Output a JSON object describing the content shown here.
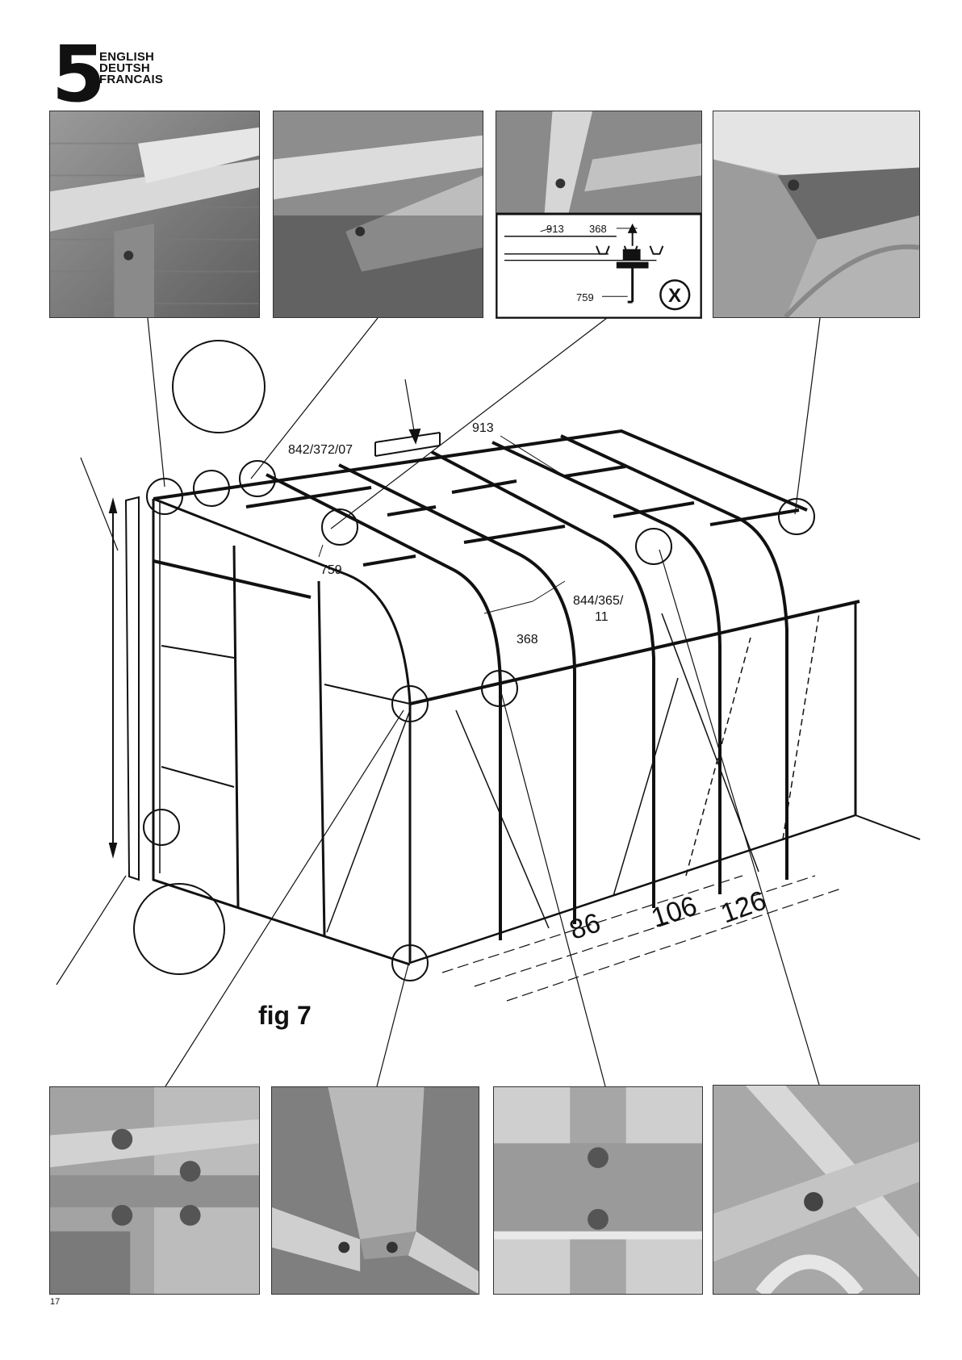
{
  "header": {
    "step_number": "5",
    "languages": [
      "ENGLISH",
      "DEUTSH",
      "FRANCAIS"
    ]
  },
  "inset_x": {
    "labels": [
      "913",
      "368",
      "759"
    ],
    "marker": "X"
  },
  "diagram": {
    "part_labels": {
      "eave_bar": "842/372/07",
      "roof_bar_top": "913",
      "glazing_bar": "759",
      "ridge_bar_a": "844/365/",
      "ridge_bar_b": "11",
      "arch_bar": "368"
    },
    "dimensions": [
      "86",
      "106",
      "126"
    ],
    "caption": "fig 7"
  },
  "footer": {
    "page_number": "17"
  }
}
